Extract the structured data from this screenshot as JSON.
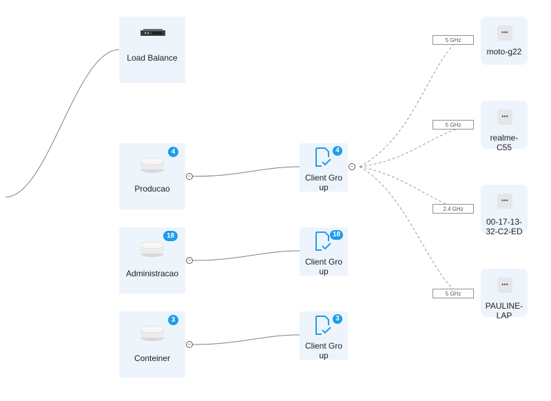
{
  "devices": {
    "gateway": {
      "label": "Load Balance"
    },
    "aps": [
      {
        "label": "Producao",
        "count": "4"
      },
      {
        "label": "Administracao",
        "count": "18"
      },
      {
        "label": "Conteiner",
        "count": "3"
      }
    ]
  },
  "client_groups": [
    {
      "label_line1": "Client Gro",
      "label_line2": "up",
      "count": "4"
    },
    {
      "label_line1": "Client Gro",
      "label_line2": "up",
      "count": "18"
    },
    {
      "label_line1": "Client Gro",
      "label_line2": "up",
      "count": "3"
    }
  ],
  "clients": [
    {
      "line1": "moto-g22",
      "line2": "",
      "band": "5 GHz"
    },
    {
      "line1": "realme-",
      "line2": "C55",
      "band": "5 GHz"
    },
    {
      "line1": "00-17-13-",
      "line2": "32-C2-ED",
      "band": "2.4 GHz"
    },
    {
      "line1": "PAULINE-",
      "line2": "LAP",
      "band": "5 GHz"
    }
  ],
  "collapse_symbol": "−",
  "client_more_symbol": "•••",
  "colors": {
    "card_bg": "#edf4fb",
    "badge": "#1e9bea",
    "icon": "#1e9bea"
  }
}
